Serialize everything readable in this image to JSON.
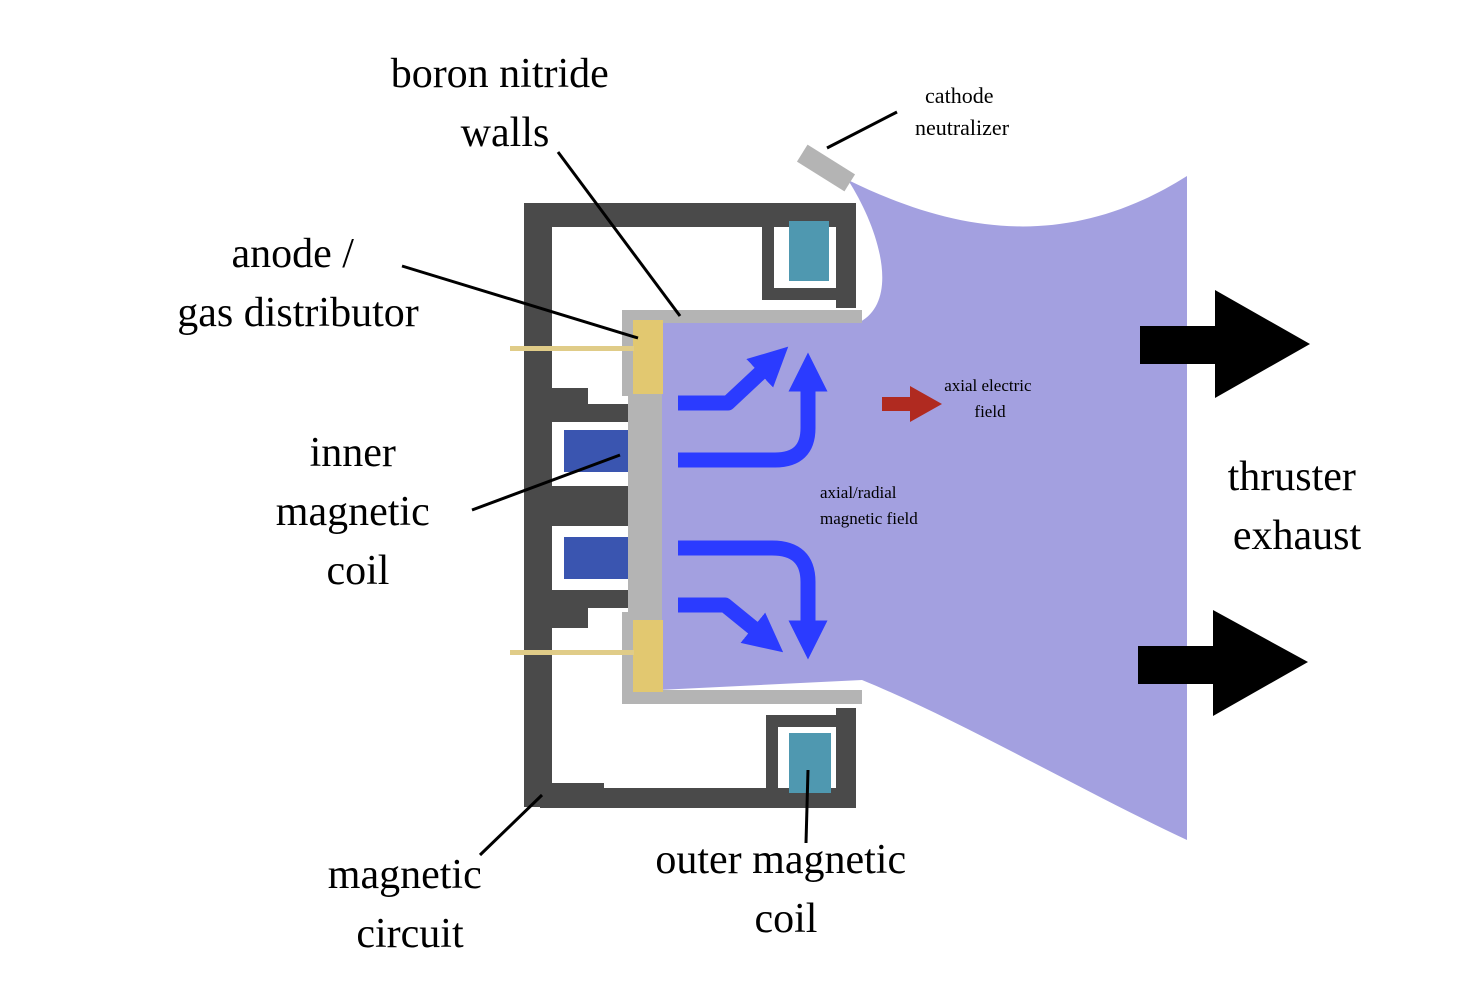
{
  "labels": {
    "boron_nitride_walls": [
      "boron nitride",
      "walls"
    ],
    "anode_gas_distributor": [
      "anode /",
      "gas distributor"
    ],
    "inner_magnetic_coil": [
      "inner",
      "magnetic",
      "coil"
    ],
    "magnetic_circuit": [
      "magnetic",
      "circuit"
    ],
    "outer_magnetic_coil": [
      "outer magnetic",
      "coil"
    ],
    "cathode_neutralizer": [
      "cathode",
      "neutralizer"
    ],
    "axial_electric_field": [
      "axial electric",
      "field"
    ],
    "axial_radial_magnetic_field": [
      "axial/radial",
      "magnetic field"
    ],
    "thruster_exhaust": [
      "thruster",
      "exhaust"
    ]
  },
  "colors": {
    "plasma": "#a3a0e0",
    "magnetic_circuit": "#4a4a4a",
    "boron_nitride": "#b4b4b4",
    "anode": "#e2c870",
    "anode_pin": "#e0cc88",
    "inner_coil": "#3a55b0",
    "outer_coil": "#4f98b0",
    "field_arrow": "#2b3bff",
    "electric_arrow": "#b02a20",
    "exhaust_arrow": "#000000",
    "cathode": "#b4b4b4"
  }
}
